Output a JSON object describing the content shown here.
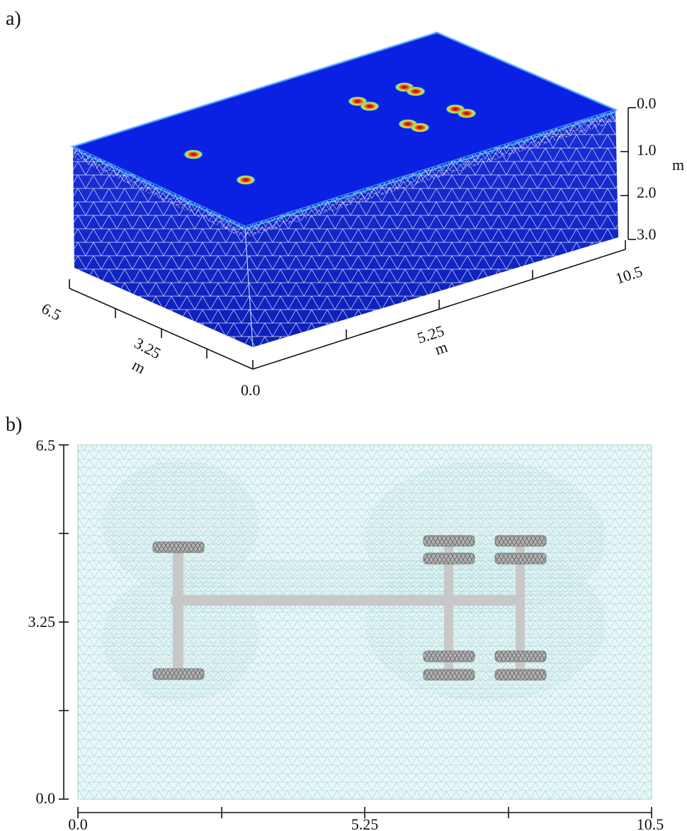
{
  "panels": [
    {
      "label": "a)",
      "axes": {
        "depth": {
          "ticks": [
            "0.0",
            "1.0",
            "2.0",
            "3.0"
          ],
          "unit": "m"
        },
        "length": {
          "ticks": [
            "0.0",
            "5.25",
            "10.5"
          ],
          "unit": "m"
        },
        "width": {
          "ticks": [
            "6.5",
            "3.25"
          ],
          "unit": "m"
        }
      },
      "colors": {
        "surface": "#0a1fe0",
        "side": "#1428c8",
        "mesh": "#ffffff",
        "hotspot": "#e8412a"
      },
      "contact_patch_count": 10
    },
    {
      "label": "b)",
      "axes": {
        "x": {
          "ticks": [
            "0.0",
            "5.25",
            "10.5"
          ]
        },
        "y": {
          "ticks": [
            "6.5",
            "3.25",
            "0.0"
          ]
        }
      },
      "colors": {
        "mesh": "#c7e8ea",
        "mesh_background": "#e4f3f4",
        "vehicle": "#c8c8c8",
        "tire": "#a9a9a9"
      },
      "vehicle": {
        "axles": 3,
        "tires": 10
      }
    }
  ]
}
